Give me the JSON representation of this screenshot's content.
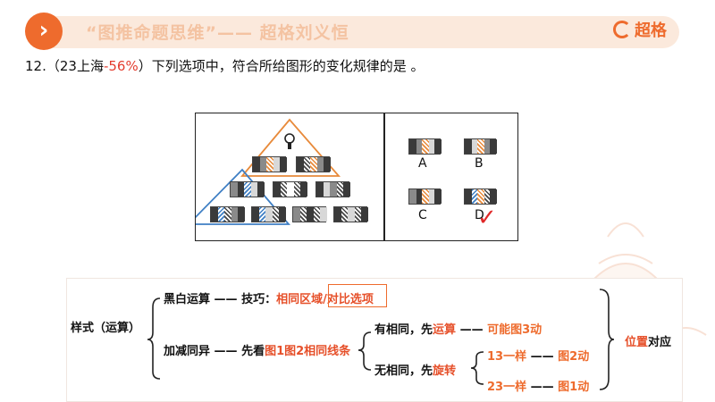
{
  "header": {
    "title": "“图推命题思维”—— 超格刘义恒",
    "brand": "超格",
    "accent": "#ee6b2d"
  },
  "question": {
    "number": "12.",
    "source_prefix": "（23上海",
    "correct_rate": "-56%",
    "source_suffix": "）",
    "text": "下列选项中，符合所给图形的变化规律的是 。"
  },
  "options": [
    "A",
    "B",
    "C",
    "D"
  ],
  "answer_mark": "✓",
  "mindmap": {
    "root": "样式（运算）",
    "branch1": {
      "label": "黑白运算",
      "dash": "——",
      "tip_label": "技巧：",
      "tip_red": "相同区域/",
      "tip_boxed": "对比选项"
    },
    "branch2": {
      "label": "加减同异",
      "dash": "——",
      "prefix": "先看",
      "red": "图1图2相同线条",
      "sub1": {
        "prefix": "有相同，先",
        "red": "运算",
        "dash": "——",
        "result": "可能图3动"
      },
      "sub2": {
        "prefix": "无相同，先",
        "red": "旋转",
        "item1": {
          "label": "13一样",
          "dash": "——",
          "result": "图2动"
        },
        "item2": {
          "label": "23一样",
          "dash": "——",
          "result": "图1动"
        }
      }
    },
    "conclusion_red": "位置",
    "conclusion_rest": "对应"
  }
}
